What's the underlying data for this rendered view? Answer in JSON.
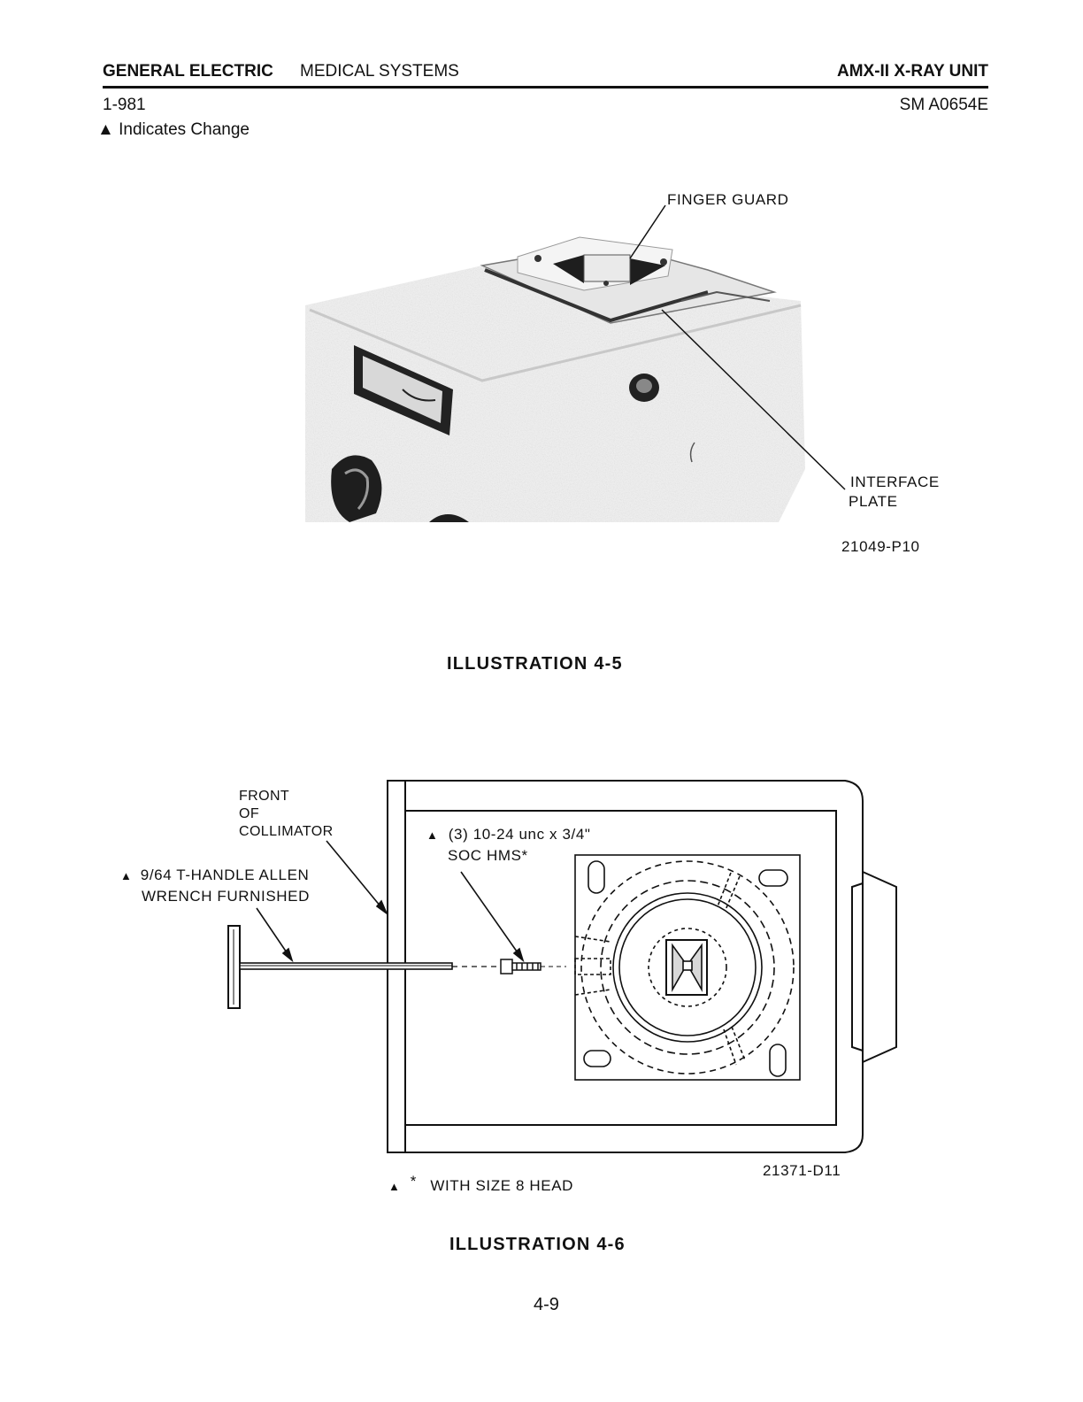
{
  "header": {
    "company": "GENERAL ELECTRIC",
    "division": "MEDICAL SYSTEMS",
    "product": "AMX-II X-RAY UNIT",
    "date": "1-981",
    "doc_number": "SM A0654E",
    "change_note": "Indicates Change"
  },
  "illustration_4_5": {
    "label_finger_guard": "FINGER GUARD",
    "label_interface_line1": "INTERFACE",
    "label_interface_line2": "PLATE",
    "figure_code": "21049-P10",
    "caption": "ILLUSTRATION 4-5"
  },
  "illustration_4_6": {
    "label_front_line1": "FRONT",
    "label_front_line2": "OF",
    "label_front_line3": "COLLIMATOR",
    "label_wrench_line1": "9/64 T-HANDLE ALLEN",
    "label_wrench_line2": "WRENCH FURNISHED",
    "label_screw_line1": "(3) 10-24 unc x 3/4\"",
    "label_screw_line2": "SOC HMS*",
    "figure_code": "21371-D11",
    "footnote": "WITH SIZE 8 HEAD",
    "footnote_mark": "*",
    "caption": "ILLUSTRATION 4-6"
  },
  "page_number": "4-9",
  "icons": {
    "change_marker": "triangle-icon"
  }
}
